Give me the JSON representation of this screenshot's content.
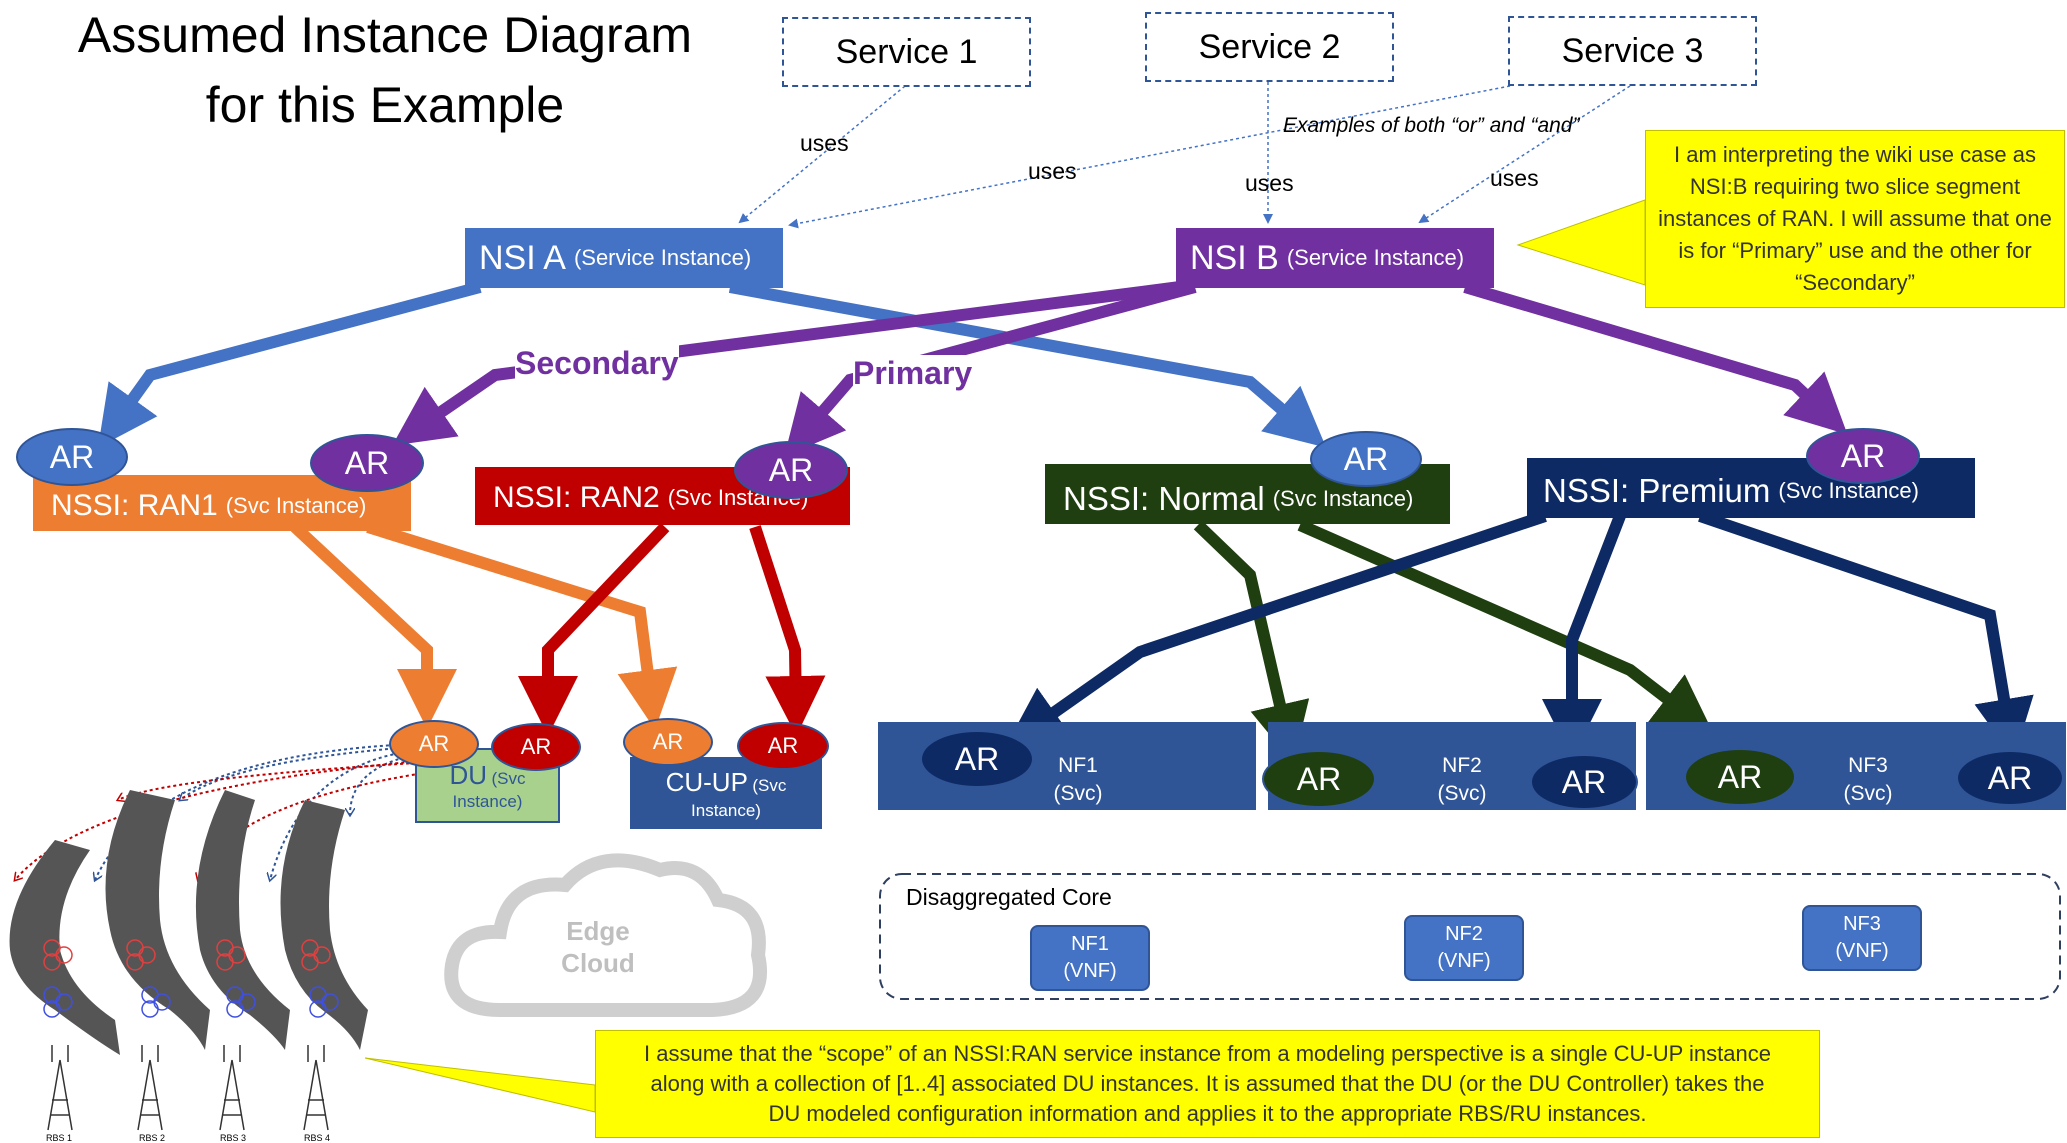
{
  "title": {
    "line1": "Assumed Instance Diagram",
    "line2": "for this Example"
  },
  "services": {
    "s1": "Service 1",
    "s2": "Service 2",
    "s3": "Service 3"
  },
  "labels": {
    "uses": "uses",
    "examples": "Examples of both “or” and “and”",
    "secondary": "Secondary",
    "primary": "Primary"
  },
  "callout_top": "I am interpreting the wiki use case as NSI:B requiring two slice segment instances of RAN.  I will assume that one is for “Primary” use and the other for “Secondary”",
  "callout_bottom": "I assume that the “scope” of an NSSI:RAN service instance from a modeling perspective is a single CU-UP instance along with a collection of [1..4] associated DU instances.  It is assumed that the DU (or the DU Controller) takes the DU modeled configuration information and applies it to the appropriate RBS/RU instances.",
  "nsi_a": {
    "name": "NSI A",
    "type": "(Service Instance)"
  },
  "nsi_b": {
    "name": "NSI B",
    "type": "(Service Instance)"
  },
  "nssi": {
    "ran1": {
      "name": "NSSI: RAN1",
      "type": "(Svc Instance)"
    },
    "ran2": {
      "name": "NSSI: RAN2",
      "type": "(Svc Instance)"
    },
    "normal": {
      "name": "NSSI: Normal",
      "type": "(Svc Instance)"
    },
    "premium": {
      "name": "NSSI: Premium",
      "type": "(Svc Instance)"
    }
  },
  "ar": "AR",
  "du": {
    "name": "DU",
    "type1": "(Svc",
    "type2": "Instance)"
  },
  "cuup": {
    "name": "CU-UP",
    "type1": "(Svc",
    "type2": "Instance)"
  },
  "nf_svc": [
    {
      "name": "NF1",
      "type": "(Svc)"
    },
    {
      "name": "NF2",
      "type": "(Svc)"
    },
    {
      "name": "NF3",
      "type": "(Svc)"
    }
  ],
  "core": {
    "title": "Disaggregated Core",
    "vnfs": [
      {
        "name": "NF1",
        "type": "(VNF)"
      },
      {
        "name": "NF2",
        "type": "(VNF)"
      },
      {
        "name": "NF3",
        "type": "(VNF)"
      }
    ]
  },
  "cloud": {
    "line1": "Edge",
    "line2": "Cloud"
  },
  "rbs": [
    "RBS 1",
    "RBS 2",
    "RBS 3",
    "RBS 4"
  ],
  "colors": {
    "blue": "#4472c4",
    "purple": "#7030a0",
    "orange": "#ed7d31",
    "red": "#c00000",
    "green": "#203f11",
    "navy": "#0e2a64",
    "nfbox": "#2f5597",
    "du": "#a9d18e",
    "yellow": "#ffff00"
  }
}
